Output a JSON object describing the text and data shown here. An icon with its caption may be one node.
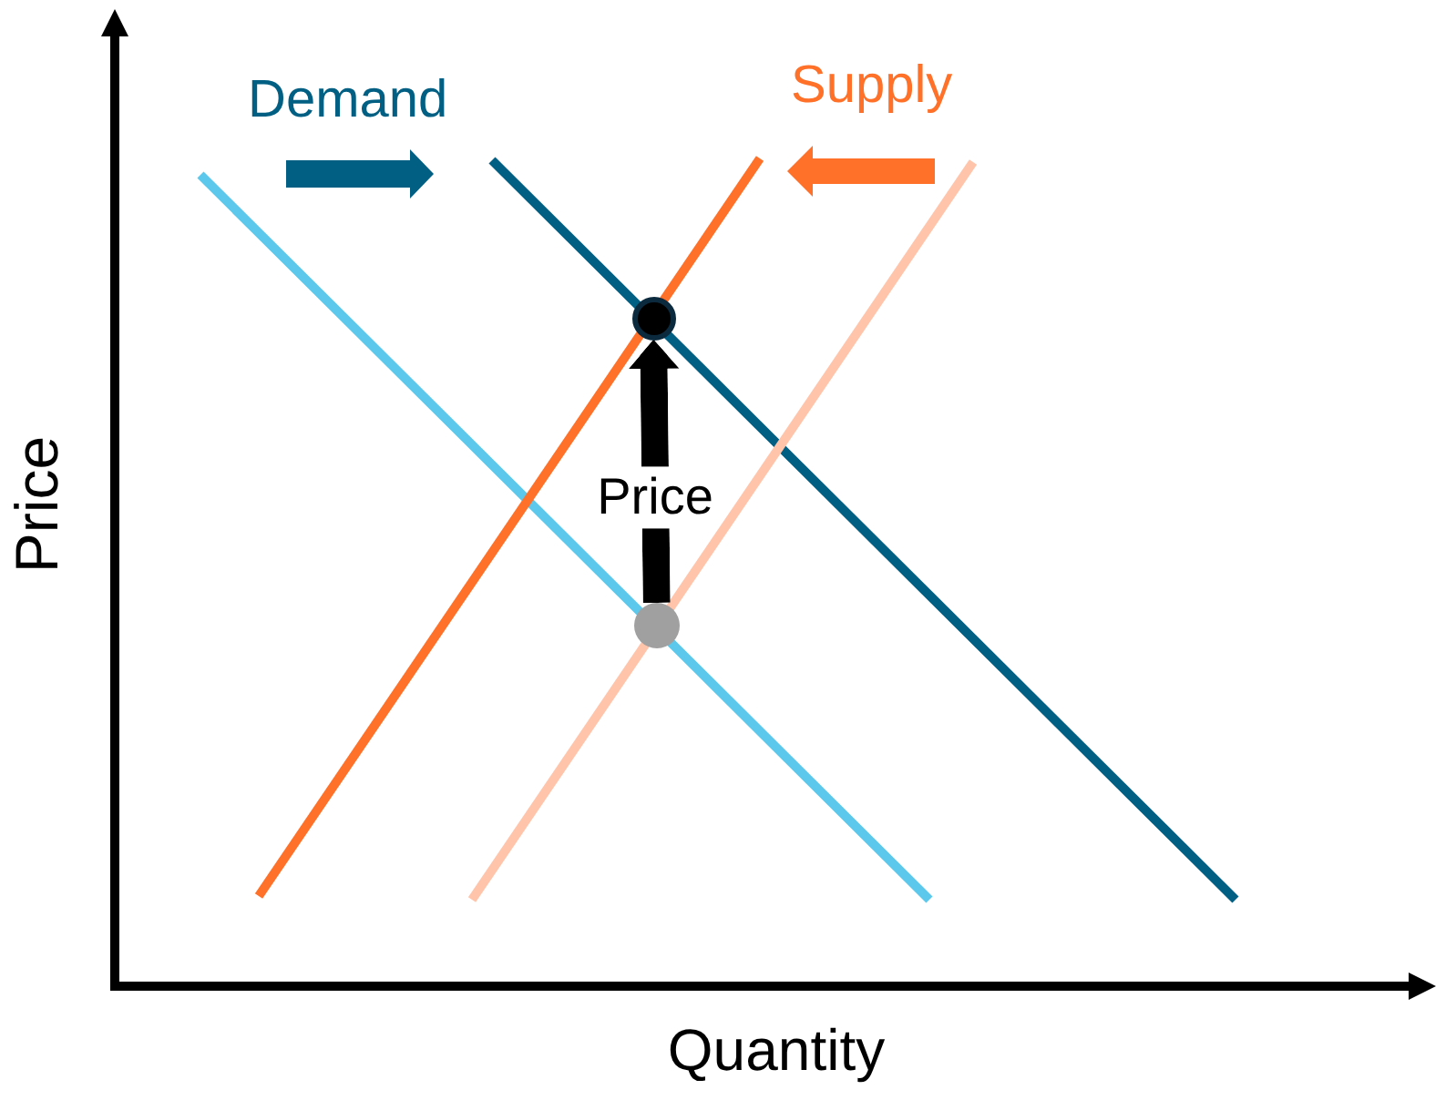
{
  "diagram": {
    "nodes": [
      {
        "text": [],
        "shape": "circle"
      },
      {
        "text": [],
        "shape": "circle"
      }
    ],
    "edges": [
      {
        "from": 1,
        "to": 0,
        "arrow": "to",
        "label": "Price"
      }
    ],
    "labels": [
      "Demand",
      "Supply",
      "Price",
      "Quantity"
    ]
  }
}
